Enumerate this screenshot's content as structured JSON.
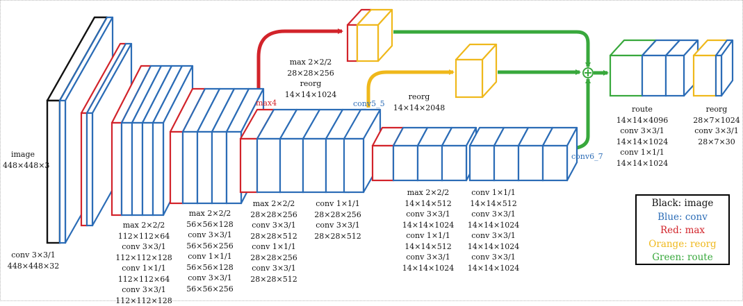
{
  "colors": {
    "image": "#111111",
    "conv": "#2b6cb6",
    "max": "#d2232a",
    "reorg": "#efb81b",
    "route": "#38a83c"
  },
  "labels": {
    "image": "image\n448×448×3",
    "stage0": "conv 3×3/1\n448×448×32",
    "stage1": "max 2×2/2\n112×112×64\nconv 3×3/1\n112×112×128\nconv 1×1/1\n112×112×64\nconv 3×3/1\n112×112×128",
    "stage2": "max 2×2/2\n56×56×128\nconv 3×3/1\n56×56×256\nconv 1×1/1\n56×56×128\nconv 3×3/1\n56×56×256",
    "stage3a": "max 2×2/2\n28×28×256\nconv 3×3/1\n28×28×512\nconv 1×1/1\n28×28×256\nconv 3×3/1\n28×28×512",
    "stage3b": "conv 1×1/1\n28×28×256\nconv 3×3/1\n28×28×512",
    "stage4a": "max 2×2/2\n14×14×512\nconv 3×3/1\n14×14×1024\nconv 1×1/1\n14×14×512\nconv 3×3/1\n14×14×1024",
    "stage4b": "conv 1×1/1\n14×14×512\nconv 3×3/1\n14×14×1024\nconv 3×3/1\n14×14×1024\nconv 3×3/1\n14×14×1024",
    "branch_top": "max 2×2/2\n28×28×256\nreorg\n14×14×1024",
    "branch_mid": "reorg\n14×14×2048",
    "route": "route\n14×14×4096\nconv 3×3/1\n14×14×1024\nconv 1×1/1\n14×14×1024",
    "final": "reorg\n28×7×1024\nconv 3×3/1\n28×7×30",
    "max4": "max4",
    "conv5_5": "conv5_5",
    "conv6_7": "conv6_7"
  },
  "legend": {
    "title": "Black: image",
    "conv": "Blue: conv",
    "max": "Red: max",
    "reorg": "Orange: reorg",
    "route": "Green: route"
  }
}
